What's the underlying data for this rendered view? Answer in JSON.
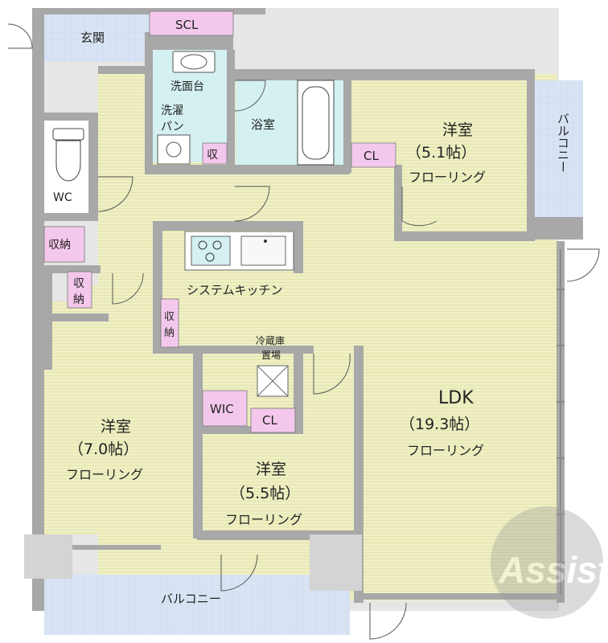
{
  "plan": {
    "entrance": "玄関",
    "scl": "SCL",
    "washbasin": "洗面台",
    "washer_line1": "洗濯",
    "washer_line2": "パン",
    "storage_small": "収",
    "bath": "浴室",
    "wc": "WC",
    "storage_hall": "収納",
    "storage_v1": "収",
    "storage_v2": "納",
    "kitchen": "システムキッチン",
    "fridge_line1": "冷蔵庫",
    "fridge_line2": "置場",
    "wic": "WIC",
    "cl": "CL",
    "room_ne": {
      "name": "洋室",
      "size": "（5.1帖）",
      "floor": "フローリング"
    },
    "room_w": {
      "name": "洋室",
      "size": "（7.0帖）",
      "floor": "フローリング"
    },
    "room_c": {
      "name": "洋室",
      "size": "（5.5帖）",
      "floor": "フローリング"
    },
    "ldk": {
      "name": "LDK",
      "size": "（19.3帖）",
      "floor": "フローリング"
    },
    "balcony_s": "バルコニー",
    "balcony_e": "バルコニー"
  },
  "watermark": {
    "text": "Assist"
  },
  "colors": {
    "floor": "#efefc4",
    "tile": "#d8e4f4",
    "wet": "#d4f0f0",
    "label_pink": "#f4c8ec",
    "wall": "#a8a8a8"
  }
}
